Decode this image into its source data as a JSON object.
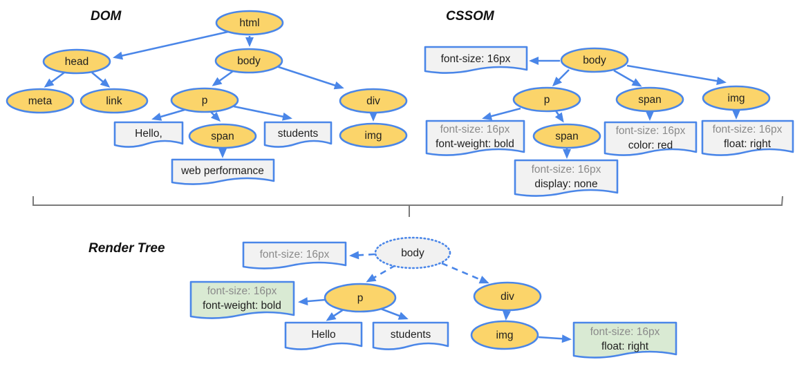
{
  "dom": {
    "title": "DOM",
    "nodes": {
      "html": "html",
      "head": "head",
      "body": "body",
      "meta": "meta",
      "link": "link",
      "p": "p",
      "div": "div",
      "span": "span",
      "img": "img"
    },
    "text_nodes": {
      "hello": "Hello,",
      "students": "students",
      "web_performance": "web performance"
    }
  },
  "cssom": {
    "title": "CSSOM",
    "nodes": {
      "body": "body",
      "p": "p",
      "span": "span",
      "img": "img",
      "span_child": "span"
    },
    "rules": {
      "body_rule": {
        "line1": "font-size: 16px"
      },
      "p_rule": {
        "line1": "font-size: 16px",
        "line2": "font-weight: bold"
      },
      "span_child_rule": {
        "line1": "font-size: 16px",
        "line2": "display: none"
      },
      "span_rule": {
        "line1": "font-size: 16px",
        "line2": "color: red"
      },
      "img_rule": {
        "line1": "font-size: 16px",
        "line2": "float: right"
      }
    }
  },
  "render_tree": {
    "title": "Render Tree",
    "nodes": {
      "body": "body",
      "p": "p",
      "div": "div",
      "img": "img"
    },
    "text_nodes": {
      "hello": "Hello",
      "students": "students"
    },
    "rules": {
      "body_rule": {
        "line1": "font-size: 16px"
      },
      "p_rule": {
        "line1": "font-size: 16px",
        "line2": "font-weight: bold"
      },
      "img_rule": {
        "line1": "font-size: 16px",
        "line2": "float: right"
      }
    }
  },
  "colors": {
    "node_fill": "#FBD46A",
    "node_stroke": "#4A86E8",
    "arrow": "#4A86E8",
    "box_fill": "#F2F2F2",
    "computed_style_box_fill": "#D9EAD3",
    "render_body_fill": "#F1F1F1",
    "divider": "#7A7A7A",
    "inherited_rule_text": "#8A8A8A",
    "text": "#1E1E1E"
  }
}
